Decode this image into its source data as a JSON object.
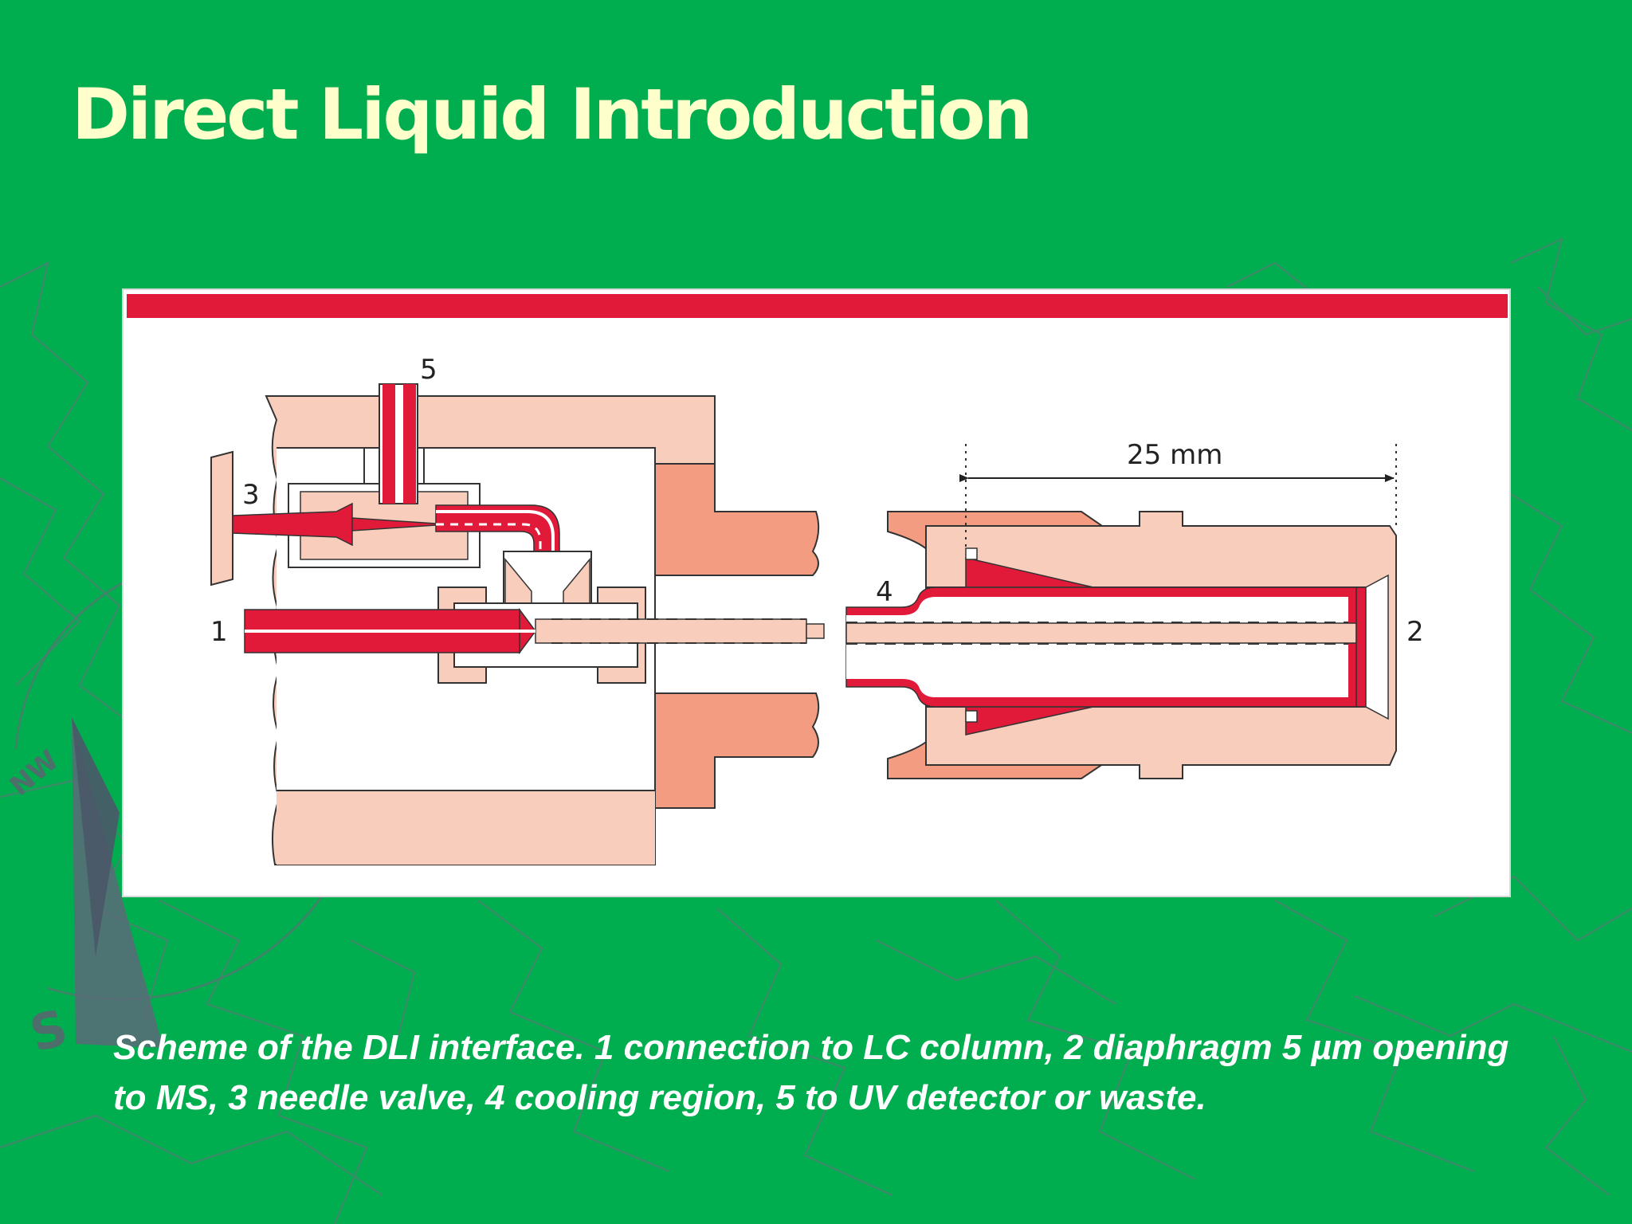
{
  "slide": {
    "title": "Direct Liquid Introduction",
    "caption": "Scheme of the DLI interface. 1  connection to LC column, 2  diaphragm 5 µm opening to MS, 3  needle valve, 4  cooling region, 5  to UV detector or waste."
  },
  "diagram": {
    "labels": {
      "n1": "1",
      "n2": "2",
      "n3": "3",
      "n4": "4",
      "n5": "5",
      "scale": "25 mm"
    }
  },
  "colors": {
    "background": "#00ad4f",
    "title": "#ffffcc",
    "accent_red": "#e21a3a",
    "salmon_light": "#f8cdbc",
    "salmon_dark": "#f39c81"
  }
}
